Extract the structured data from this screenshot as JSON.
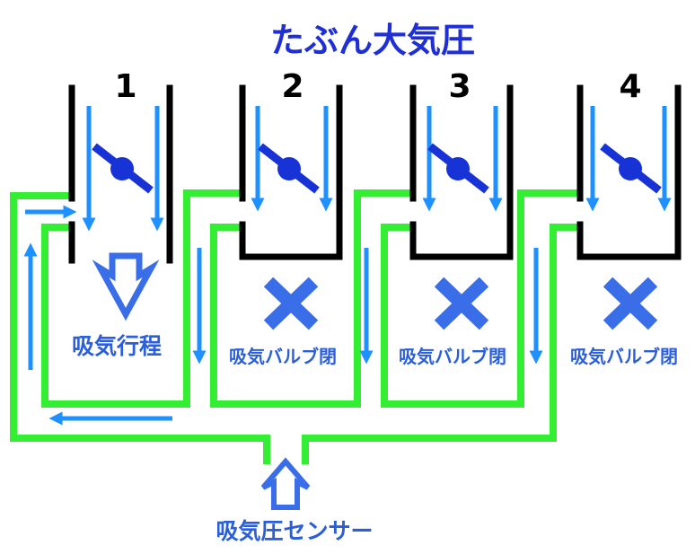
{
  "title": "たぶん大気圧",
  "cylinders": [
    {
      "number": "1",
      "label": "吸気行程",
      "state": "intake-open"
    },
    {
      "number": "2",
      "label": "吸気バルブ閉",
      "state": "closed"
    },
    {
      "number": "3",
      "label": "吸気バルブ閉",
      "state": "closed"
    },
    {
      "number": "4",
      "label": "吸気バルブ閉",
      "state": "closed"
    }
  ],
  "sensor": {
    "label": "吸気圧センサー"
  },
  "colors": {
    "title": "#1f2fd6",
    "duct": "#33ee33",
    "flow_arrow": "#1e90ff",
    "throttle": "#1733d6",
    "marker": "#3a6ee8",
    "label": "#2b5fd9",
    "wall": "#000000"
  }
}
